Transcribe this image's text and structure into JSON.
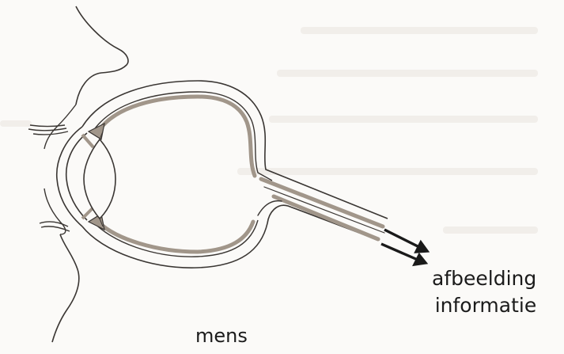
{
  "diagram": {
    "output_labels": [
      "afbeelding",
      "informatie"
    ],
    "species_label": "mens",
    "colors": {
      "background": "#fbfaf8",
      "ghost_text": "#f1eeea",
      "outline": "#3a3633",
      "tissue": "#a1968a",
      "arrow": "#1a1a1a"
    }
  }
}
